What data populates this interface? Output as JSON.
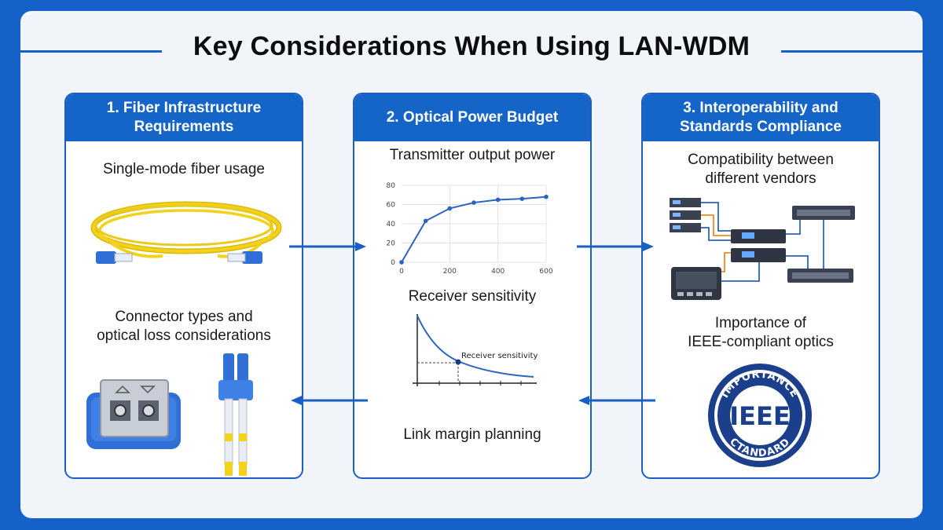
{
  "title": "Key Considerations When Using LAN-WDM",
  "colors": {
    "accent": "#1565c8",
    "background": "#f1f5fa",
    "fiber_yellow": "#f2d21c",
    "connector_blue": "#2f6fd6"
  },
  "panels": [
    {
      "header": "1. Fiber Infrastructure\nRequirements",
      "items": [
        "Single-mode fiber usage",
        "Connector types and\noptical loss considerations"
      ],
      "icons": [
        "fiber-patch-cable-icon",
        "duplex-adapter-icon",
        "lc-connector-icon"
      ]
    },
    {
      "header": "2. Optical Power Budget",
      "items": [
        "Transmitter output power",
        "Receiver sensitivity",
        "Link margin planning"
      ],
      "power_chart": {
        "x_ticks": [
          "0",
          "200",
          "400",
          "600"
        ],
        "y_ticks": [
          "0",
          "20",
          "40",
          "60",
          "80"
        ]
      },
      "sensitivity_label": "Receiver sensitivity"
    },
    {
      "header": "3. Interoperability and\nStandards Compliance",
      "items": [
        "Compatibility between\ndifferent vendors",
        "Importance of\nIEEE-compliant optics"
      ],
      "icons": [
        "network-equipment-icon",
        "ieee-seal-icon"
      ],
      "seal": {
        "top": "IMPORTANCE",
        "center": "IEEE",
        "bottom": "CTANDARD"
      }
    }
  ],
  "chart_data": {
    "type": "line",
    "x": [
      0,
      100,
      200,
      300,
      400,
      500,
      600
    ],
    "y": [
      0,
      43,
      56,
      62,
      65,
      66,
      68
    ],
    "xlim": [
      0,
      600
    ],
    "ylim": [
      0,
      80
    ],
    "xlabel": "",
    "ylabel": "",
    "grid": true
  }
}
